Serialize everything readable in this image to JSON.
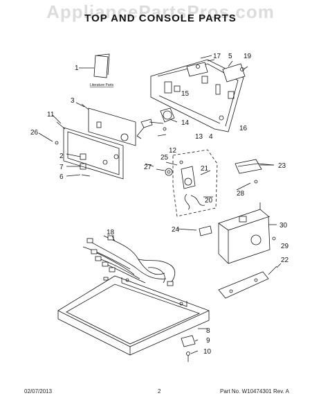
{
  "watermark": "AppliancePartsPros.com",
  "title": "TOP AND CONSOLE PARTS",
  "literature_label": "Literature Parts",
  "footer": {
    "date": "02/07/2013",
    "page": "2",
    "part_no": "Part No.  W10474301",
    "rev": "Rev.  A"
  },
  "callouts": [
    "1",
    "2",
    "3",
    "4",
    "5",
    "6",
    "7",
    "8",
    "9",
    "10",
    "11",
    "12",
    "13",
    "14",
    "15",
    "16",
    "17",
    "18",
    "19",
    "20",
    "21",
    "22",
    "23",
    "24",
    "25",
    "26",
    "27",
    "28",
    "29",
    "30"
  ]
}
